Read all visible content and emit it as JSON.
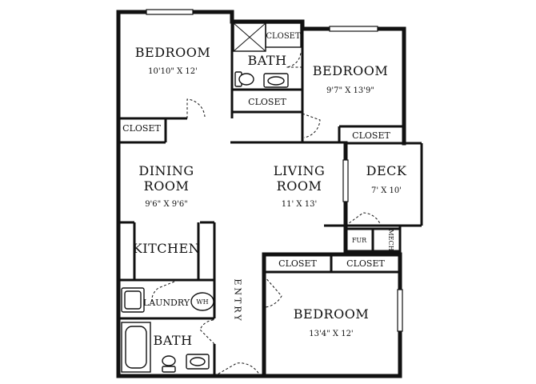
{
  "rooms": {
    "bedroom_top_left": {
      "name": "BEDROOM",
      "dim": "10'10\" X 12'"
    },
    "bath_top": {
      "name": "BATH"
    },
    "bedroom_top_right": {
      "name": "BEDROOM",
      "dim": "9'7\" X 13'9\""
    },
    "dining": {
      "name_line1": "DINING",
      "name_line2": "ROOM",
      "dim": "9'6\" X 9'6\""
    },
    "living": {
      "name_line1": "LIVING",
      "name_line2": "ROOM",
      "dim": "11' X 13'"
    },
    "deck": {
      "name": "DECK",
      "dim": "7' X 10'"
    },
    "kitchen": {
      "name": "KITCHEN"
    },
    "laundry": {
      "name": "LAUNDRY",
      "water_heater": "WH"
    },
    "bath_bottom": {
      "name": "BATH"
    },
    "bedroom_bottom": {
      "name": "BEDROOM",
      "dim": "13'4\" X 12'"
    },
    "entry": {
      "name": "ENTRY"
    },
    "furnace": {
      "name": "FUR"
    },
    "mech": {
      "name": "MECH"
    }
  },
  "closets": {
    "top_bath": "CLOSET",
    "hall": "CLOSET",
    "left": "CLOSET",
    "right_bedroom": "CLOSET",
    "bottom_left": "CLOSET",
    "bottom_right": "CLOSET"
  }
}
